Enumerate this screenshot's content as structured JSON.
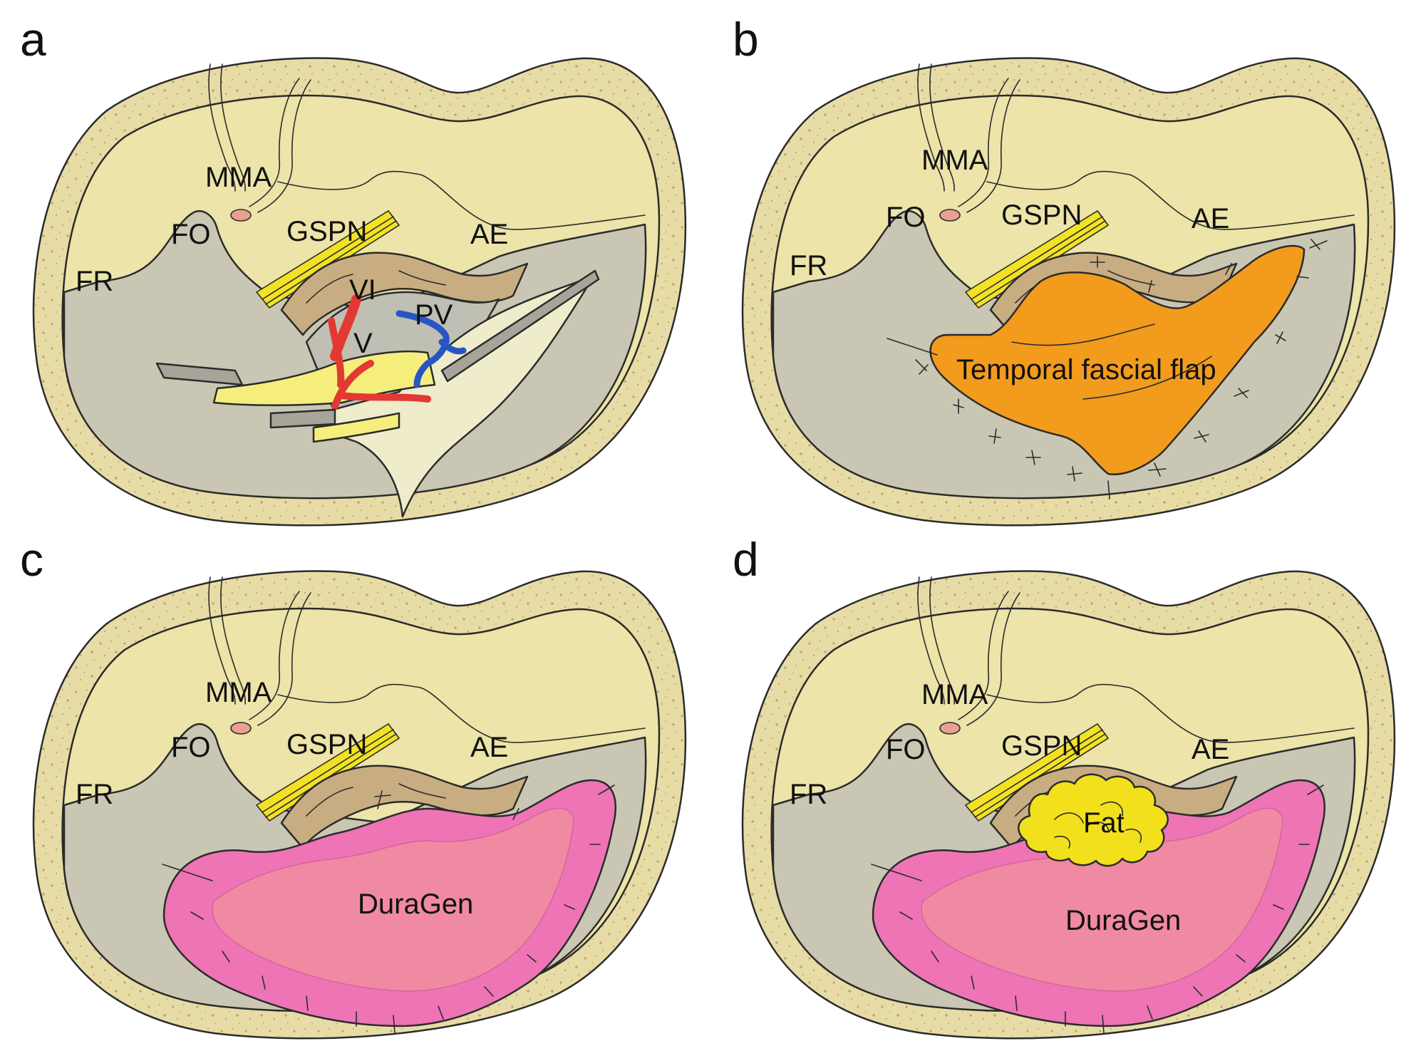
{
  "panels": [
    {
      "id": "a",
      "letter": "a",
      "labels": {
        "mma": "MMA",
        "fo": "FO",
        "fr": "FR",
        "gspn": "GSPN",
        "ae": "AE",
        "vi": "VI",
        "pv": "PV",
        "v": "V"
      }
    },
    {
      "id": "b",
      "letter": "b",
      "labels": {
        "mma": "MMA",
        "fo": "FO",
        "fr": "FR",
        "gspn": "GSPN",
        "ae": "AE"
      },
      "graft": {
        "label": "Temporal fascial flap",
        "color": "#f29b1d"
      }
    },
    {
      "id": "c",
      "letter": "c",
      "labels": {
        "mma": "MMA",
        "fo": "FO",
        "fr": "FR",
        "gspn": "GSPN",
        "ae": "AE"
      },
      "graft": {
        "label": "DuraGen",
        "color": "#ee74b6"
      }
    },
    {
      "id": "d",
      "letter": "d",
      "labels": {
        "mma": "MMA",
        "fo": "FO",
        "fr": "FR",
        "gspn": "GSPN",
        "ae": "AE"
      },
      "graft": {
        "label": "DuraGen",
        "color": "#ee74b6"
      },
      "fat": {
        "label": "Fat",
        "color": "#f2e01c"
      }
    }
  ],
  "colors": {
    "bone_rim": "#e8dca6",
    "dura": "#ece4a8",
    "bone_gray": "#c9c6b4",
    "gspn_yellow": "#f3e224",
    "tan": "#c9ad82",
    "nerve_v": "#f5ee7d",
    "artery": "#e23a33",
    "vein": "#2756c4"
  }
}
